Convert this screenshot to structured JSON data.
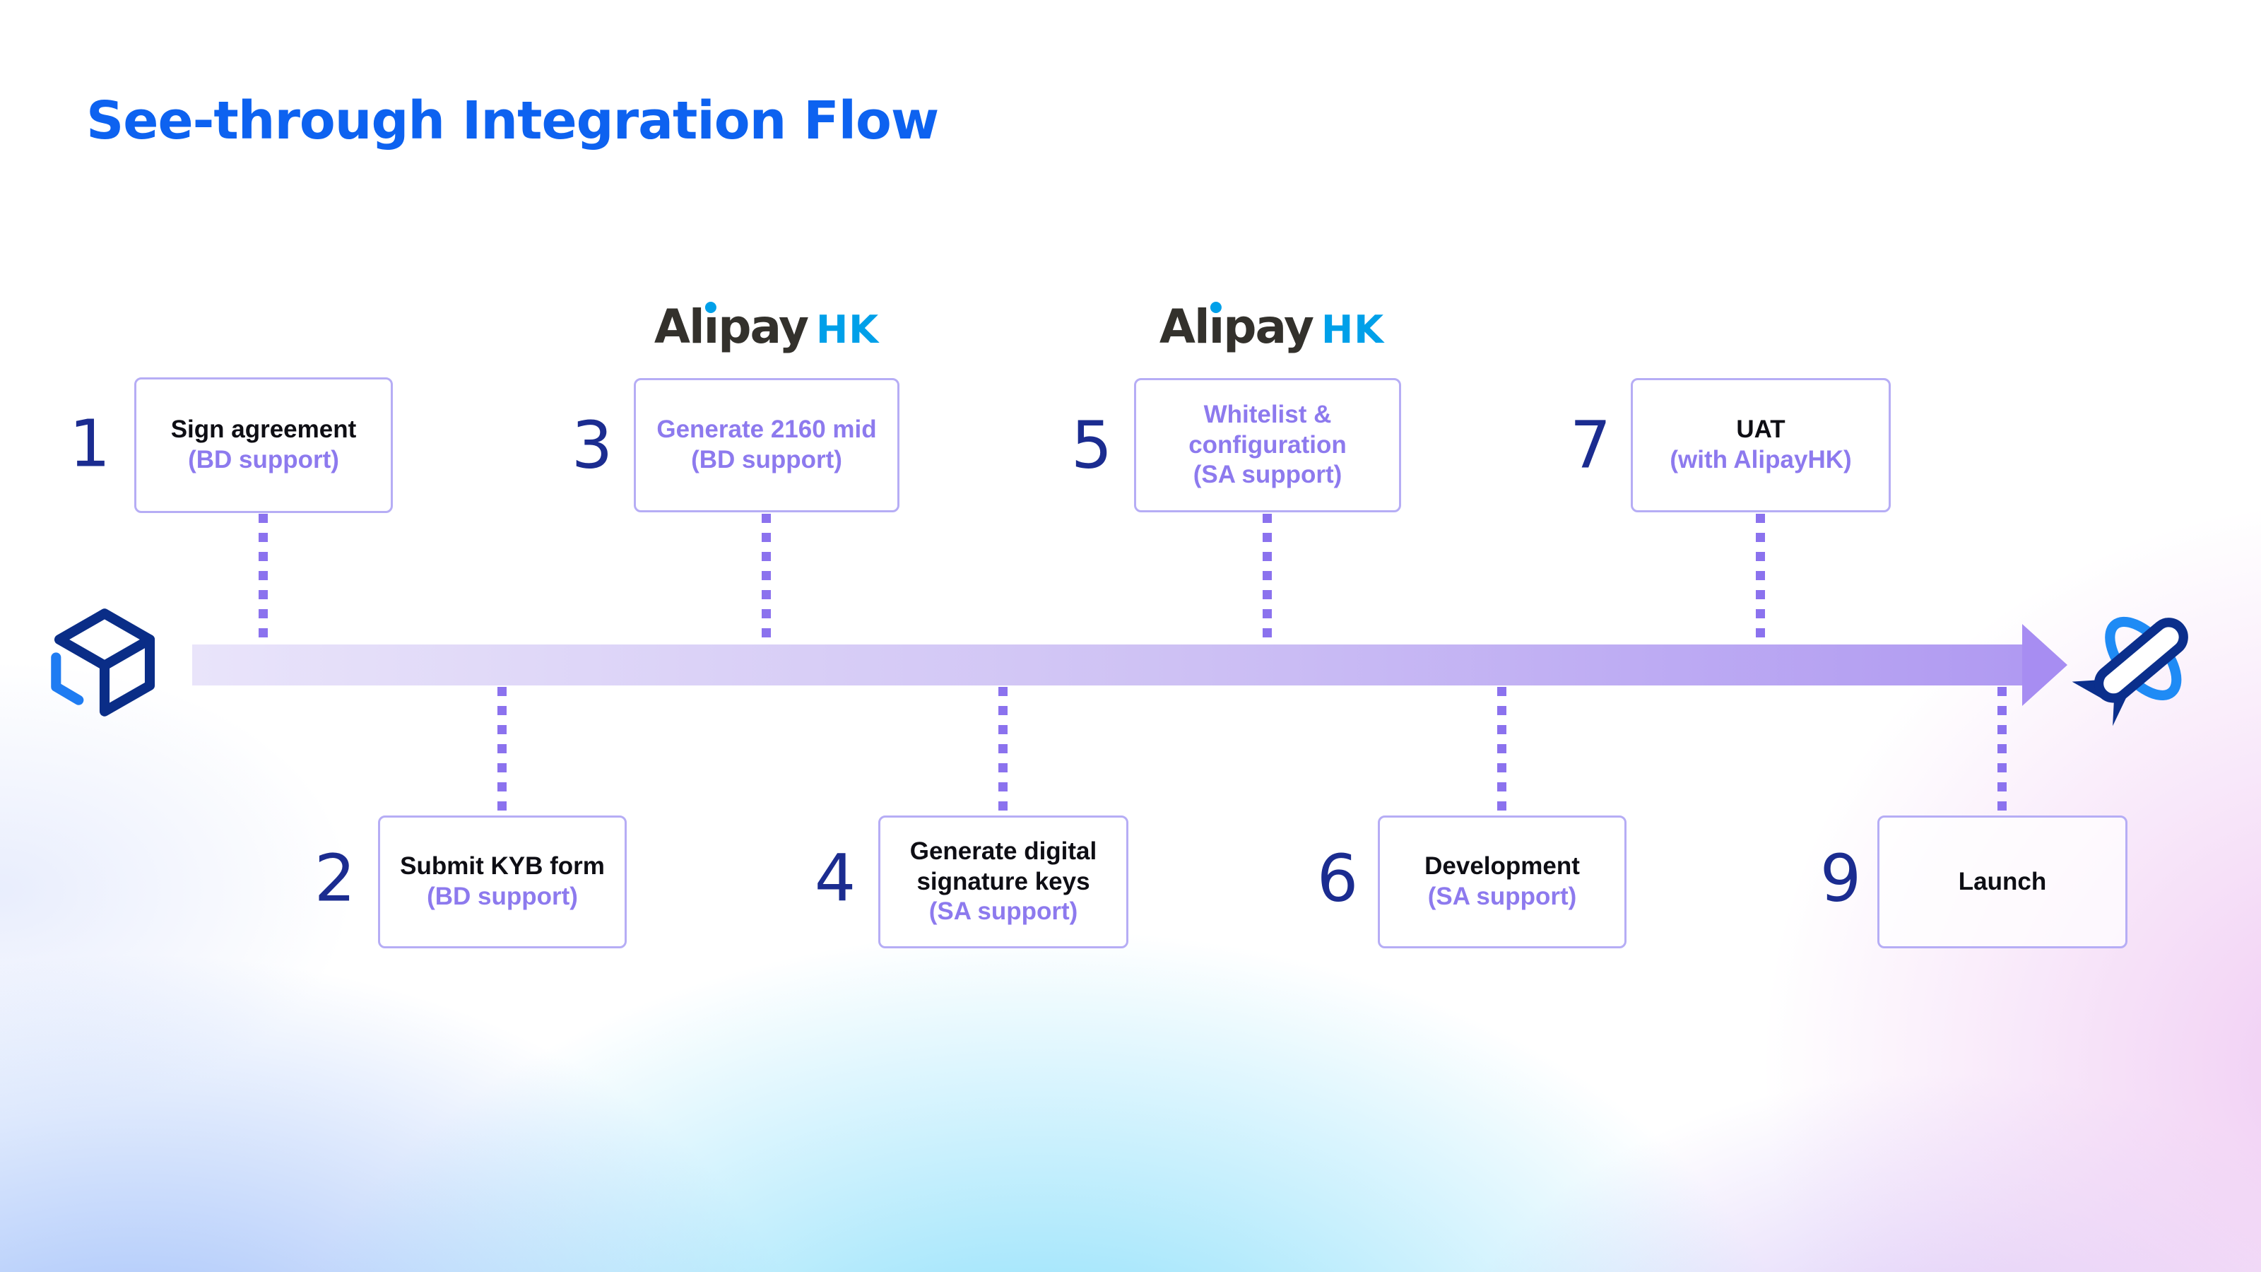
{
  "title": "See-through Integration Flow",
  "brand_logo": {
    "pre": "Al",
    "dotless_i": "ı",
    "post": "pay",
    "region": "HK"
  },
  "steps": {
    "top": [
      {
        "num": "1",
        "title": "Sign agreement",
        "support": "(BD support)"
      },
      {
        "num": "3",
        "title": "Generate 2160 mid",
        "support": "(BD support)"
      },
      {
        "num": "5",
        "title": "Whitelist & configuration",
        "support": "(SA support)"
      },
      {
        "num": "7",
        "title": "UAT",
        "support": "(with AlipayHK)"
      }
    ],
    "bottom": [
      {
        "num": "2",
        "title": "Submit KYB form",
        "support": "(BD support)"
      },
      {
        "num": "4",
        "title": "Generate digital signature keys",
        "support": "(SA support)"
      },
      {
        "num": "6",
        "title": "Development",
        "support": "(SA support)"
      },
      {
        "num": "9",
        "title": "Launch",
        "support": ""
      }
    ]
  },
  "colors": {
    "title_blue": "#0d62f0",
    "number_navy": "#1b2c90",
    "support_purple": "#8d7aee",
    "box_border": "#b6adf5",
    "dash_purple": "#8b72ee",
    "arrow_gradient_start": "#e9e4fa",
    "arrow_gradient_end": "#b09af2",
    "arrowhead": "#a78df2",
    "alipay_dark": "#33312c",
    "alipay_blue": "#00a0e9",
    "cube_navy": "#0a2d87",
    "cube_blue": "#1f7cf2"
  }
}
